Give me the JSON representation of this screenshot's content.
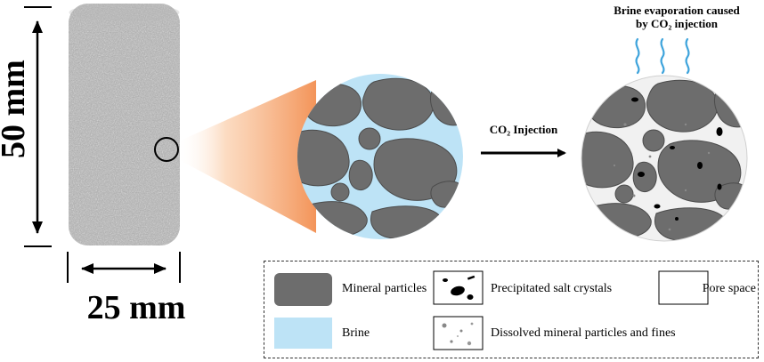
{
  "dimensions": {
    "height_label": "50 mm",
    "width_label": "25 mm"
  },
  "annotations": {
    "injection_label": "CO₂ Injection",
    "evaporation_line1": "Brine evaporation caused",
    "evaporation_line2": "by CO₂ injection"
  },
  "legend": {
    "mineral": "Mineral particles",
    "salt": "Precipitated salt crystals",
    "pore": "Pore space",
    "brine": "Brine",
    "dissolved": "Dissolved mineral particles and fines"
  },
  "colors": {
    "mineral": "#6d6d6d",
    "brine": "#bde3f6",
    "pore": "#ffffff",
    "salt": "#000000",
    "core_sample": "#a8a8a8",
    "magnify_cone": "#f4a26b",
    "vapor": "#3fa4dc"
  }
}
